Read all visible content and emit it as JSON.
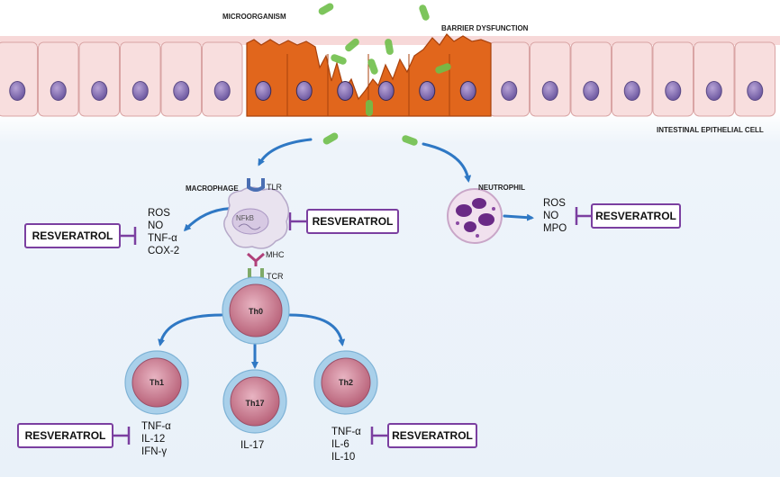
{
  "labels": {
    "microorganism": "MICROORGANISM",
    "barrier_dysfunction": "BARRIER DYSFUNCTION",
    "intestinal_epithelial_cell": "INTESTINAL EPITHELIAL CELL",
    "macrophage": "MACROPHAGE",
    "tlr": "TLR",
    "nfkb": "NFkB",
    "mhc": "MHC",
    "tcr": "TCR",
    "neutrophil": "NEUTROPHIL"
  },
  "cells": {
    "th0": "Th0",
    "th1": "Th1",
    "th17": "Th17",
    "th2": "Th2"
  },
  "mediators": {
    "macrophage": [
      "ROS",
      "NO",
      "TNF-α",
      "COX-2"
    ],
    "neutrophil": [
      "ROS",
      "NO",
      "MPO"
    ],
    "th1": [
      "TNF-α",
      "IL-12",
      "IFN-γ"
    ],
    "th17": [
      "IL-17"
    ],
    "th2": [
      "TNF-α",
      "IL-6",
      "IL-10"
    ]
  },
  "inhibitor": {
    "label": "RESVERATROL"
  },
  "colors": {
    "healthy_cell": "#f8dede",
    "damaged_cell": "#e1661c",
    "nucleus": "#8a72b0",
    "bacteria": "#6fbf4a",
    "arrow": "#2f78c4",
    "inhibitor_border": "#7b3fa0",
    "t_cell_fill": "#c97a8e",
    "t_cell_ring": "#a9d0ea"
  }
}
